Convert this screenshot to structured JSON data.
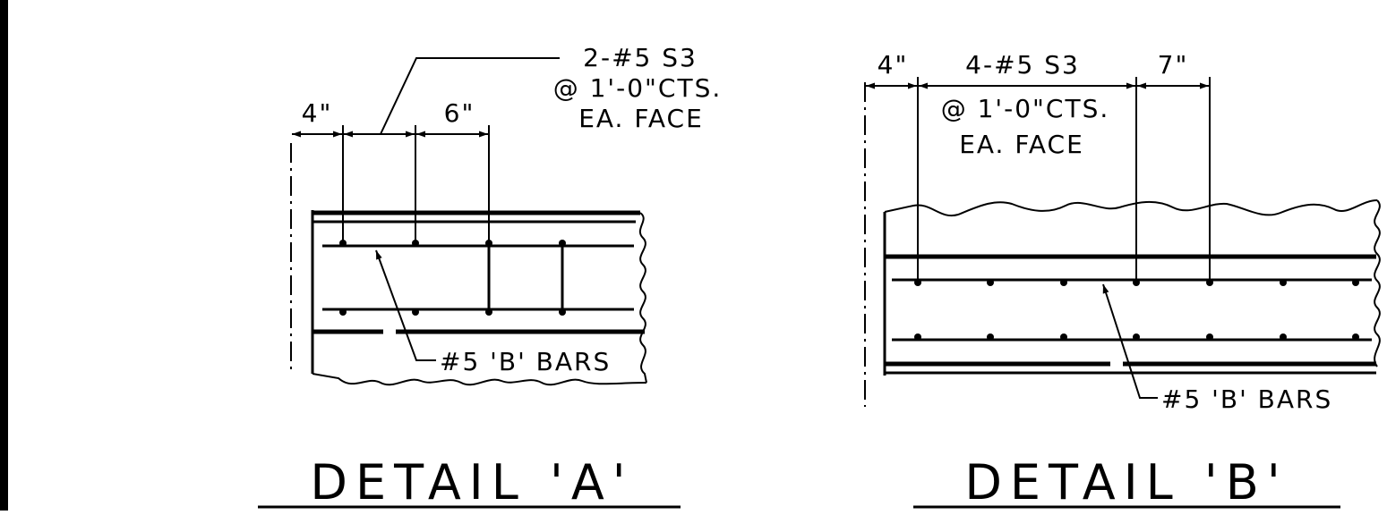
{
  "detail_a": {
    "title": "DETAIL 'A'",
    "dim_left": "4\"",
    "dim_right": "6\"",
    "callout_line1": "2-#5 S3",
    "callout_line2": "@ 1'-0\"CTS.",
    "callout_line3": "EA. FACE",
    "bars_label": "#5 'B' BARS"
  },
  "detail_b": {
    "title": "DETAIL 'B'",
    "dim_left": "4\"",
    "dim_mid_line1": "4-#5 S3",
    "dim_mid_line2": "@ 1'-0\"CTS.",
    "dim_mid_line3": "EA. FACE",
    "dim_right": "7\"",
    "bars_label": "#5 'B' BARS"
  }
}
